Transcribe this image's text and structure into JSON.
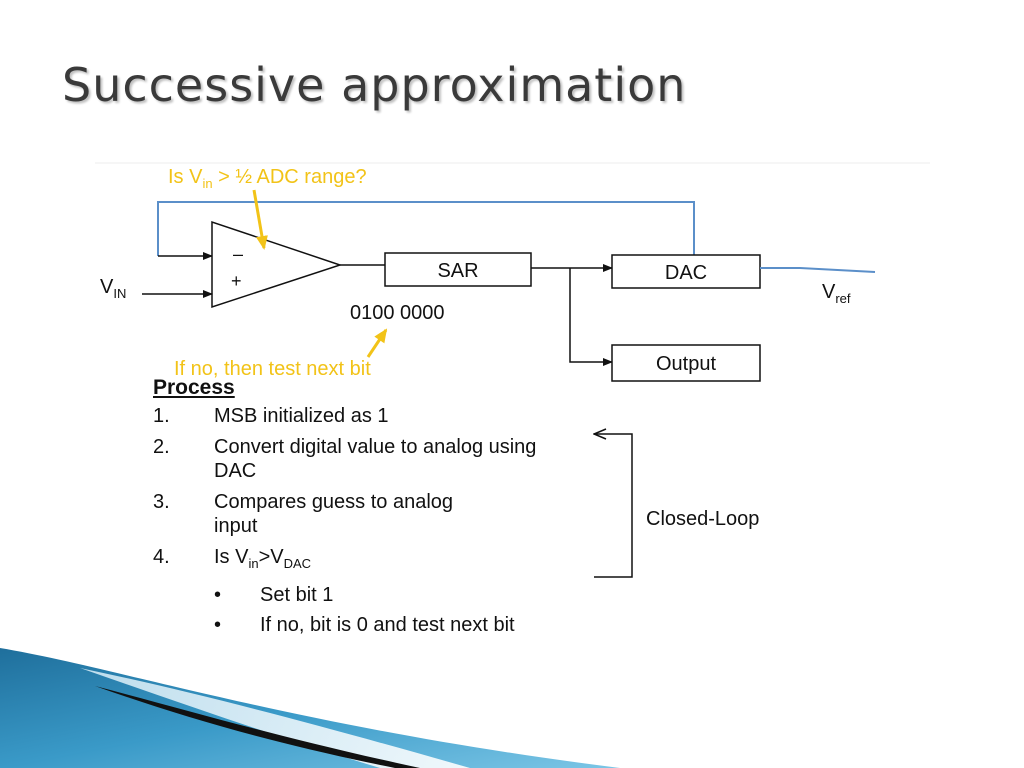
{
  "slide": {
    "title": "Successive approximation"
  },
  "diagram": {
    "question": {
      "prefix": "Is V",
      "sub": "in",
      "suffix": " > ½ ADC range?"
    },
    "vin": {
      "base": "V",
      "sub": "IN"
    },
    "minus": "–",
    "plus": "+",
    "sar": "SAR",
    "dac": "DAC",
    "output": "Output",
    "vref": {
      "base": "V",
      "sub": "ref"
    },
    "code": "0100 0000",
    "next_bit_note": "If no, then test next bit",
    "loop_label": "Closed-Loop",
    "colors": {
      "accent": "#f2c318",
      "loop_line": "#5b8fc9"
    }
  },
  "process": {
    "heading": "Process",
    "steps": [
      {
        "num": "1.",
        "text": "MSB initialized as 1"
      },
      {
        "num": "2.",
        "text": "Convert digital value to analog using DAC"
      },
      {
        "num": "3.",
        "text": "Compares guess to analog input"
      },
      {
        "num": "4.",
        "prefix": "Is V",
        "sub1": "in",
        "mid": ">V",
        "sub2": "DAC"
      }
    ],
    "bullets": [
      {
        "symbol": "•",
        "text": "Set bit 1"
      },
      {
        "symbol": "•",
        "text": "If no, bit is 0 and test next bit"
      }
    ]
  }
}
